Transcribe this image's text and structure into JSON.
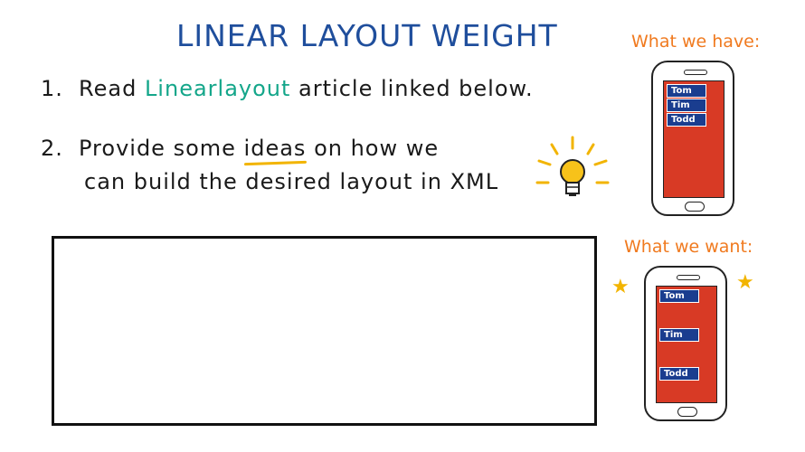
{
  "title": "LINEAR LAYOUT WEIGHT",
  "steps": [
    {
      "number": "1.",
      "pre": "Read ",
      "link": "Linearlayout",
      "post": " article linked below."
    },
    {
      "number": "2.",
      "pre": "Provide some ",
      "highlight": "ideas",
      "post": " on how we",
      "line2": "can build the desired layout in XML"
    }
  ],
  "have": {
    "label": "What we have:",
    "items": [
      "Tom",
      "Tim",
      "Todd"
    ]
  },
  "want": {
    "label": "What we want:",
    "items": [
      "Tom",
      "Tim",
      "Todd"
    ]
  },
  "icons": {
    "bulb": "lightbulb-icon",
    "stars": "star-icon"
  },
  "colors": {
    "title": "#1f4e9c",
    "link": "#14a68a",
    "label": "#f07a1f",
    "screen": "#d83a25",
    "tag": "#1a3d8f"
  }
}
